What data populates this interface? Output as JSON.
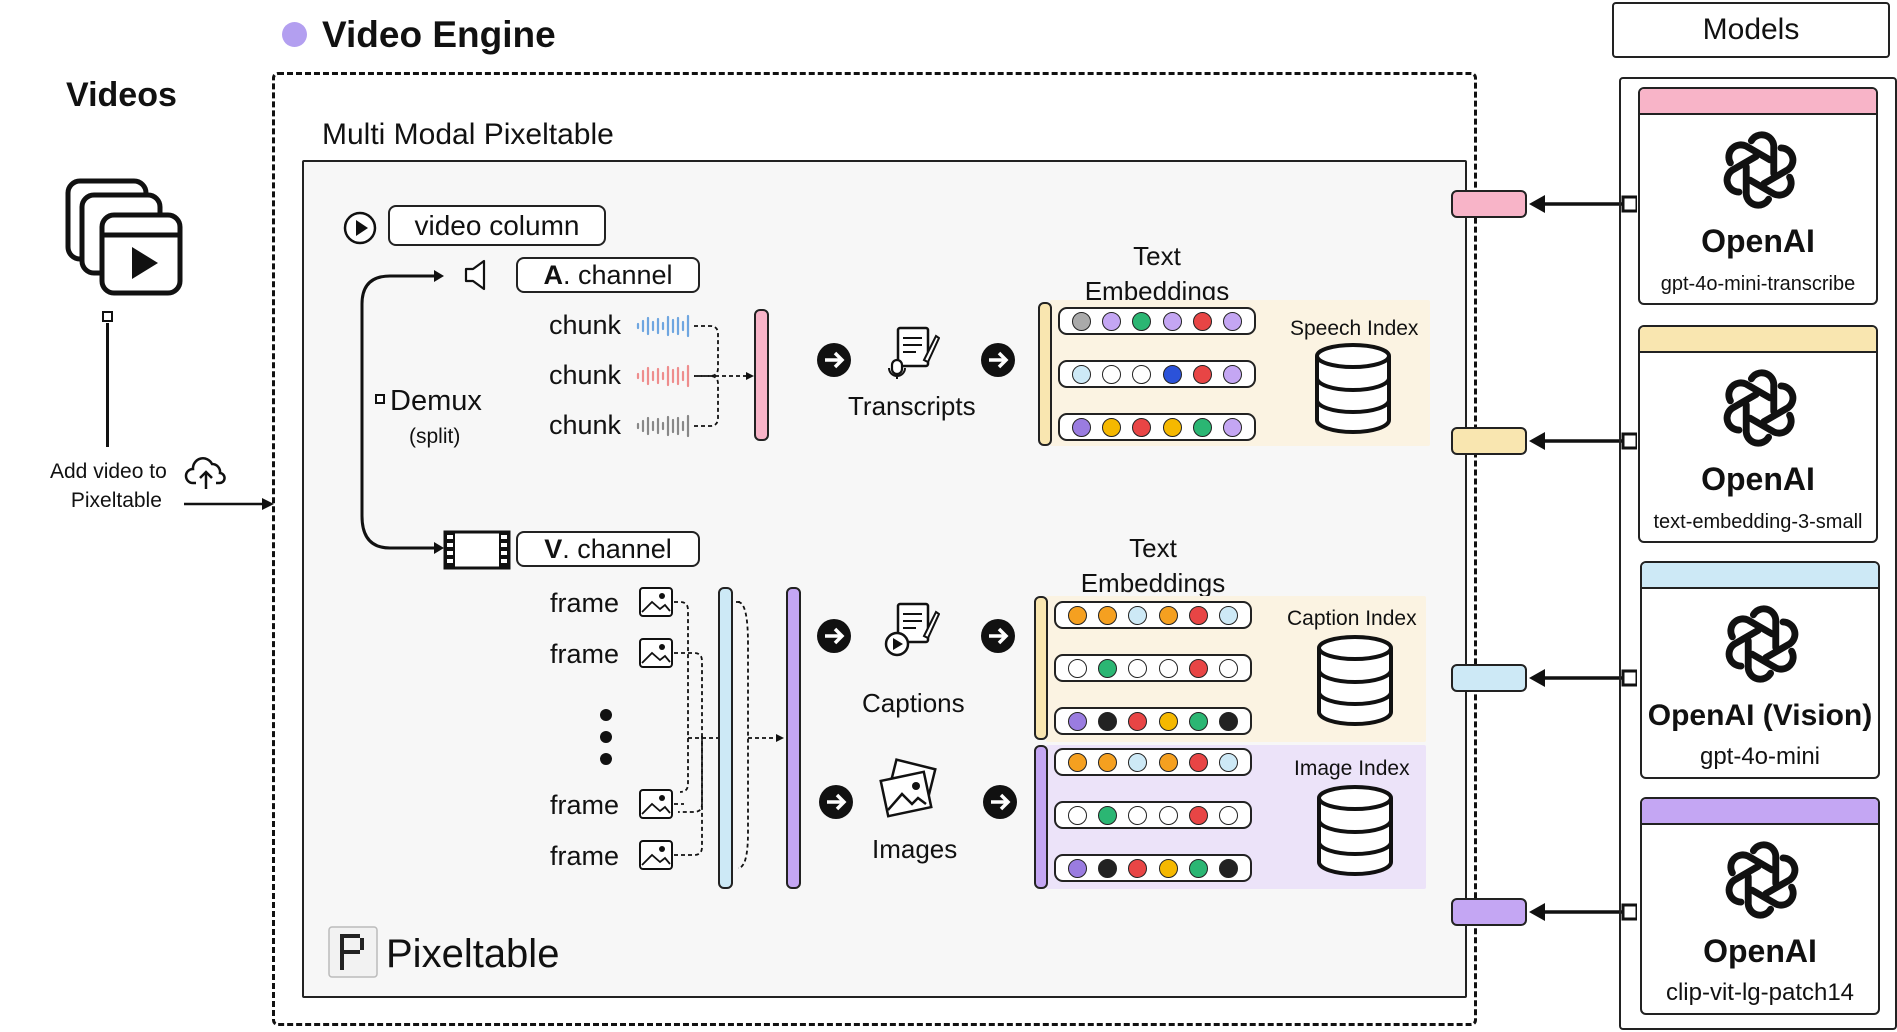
{
  "title": "Video Engine",
  "colors": {
    "accent": "#b39ff0",
    "pink": "#f8b4c8",
    "yellow": "#f9e6b0",
    "blue": "#cde9f6",
    "purple": "#c4a6f3",
    "speech_bg": "#fbf3e2",
    "caption_bg": "#fbf3e2",
    "image_bg": "#ece3f9"
  },
  "left": {
    "heading": "Videos",
    "add_label_line1": "Add video to",
    "add_label_line2": "Pixeltable"
  },
  "engine": {
    "table_title": "Multi Modal Pixeltable",
    "video_column": "video column",
    "demux": "Demux",
    "demux_sub": "(split)",
    "a_channel_bold": "A",
    "a_channel_rest": ". channel",
    "v_channel_bold": "V",
    "v_channel_rest": ". channel",
    "chunk_label": "chunk",
    "frame_label": "frame",
    "transcripts": "Transcripts",
    "captions": "Captions",
    "images": "Images",
    "text_embeddings_1": "Text",
    "text_embeddings_2": "Embeddings",
    "speech_index": "Speech Index",
    "caption_index": "Caption Index",
    "image_index": "Image Index",
    "brand": "Pixeltable",
    "speech_rows": [
      [
        "#aaaaaa",
        "#c4a6f3",
        "#2bb673",
        "#c4a6f3",
        "#e84545",
        "#c4a6f3"
      ],
      [
        "#cde9f6",
        "#ffffff",
        "#ffffff",
        "#2b52d9",
        "#e84545",
        "#c4a6f3"
      ],
      [
        "#9a7ce0",
        "#f5b800",
        "#e84545",
        "#f5b800",
        "#2bb673",
        "#c4a6f3"
      ]
    ],
    "caption_rows": [
      [
        "#f5a020",
        "#f5a020",
        "#cde9f6",
        "#f5a020",
        "#e84545",
        "#cde9f6"
      ],
      [
        "#ffffff",
        "#2bb673",
        "#ffffff",
        "#ffffff",
        "#e84545",
        "#ffffff"
      ],
      [
        "#9a7ce0",
        "#222222",
        "#e84545",
        "#f5b800",
        "#2bb673",
        "#222222"
      ]
    ],
    "image_rows": [
      [
        "#f5a020",
        "#f5a020",
        "#cde9f6",
        "#f5a020",
        "#e84545",
        "#cde9f6"
      ],
      [
        "#ffffff",
        "#2bb673",
        "#ffffff",
        "#ffffff",
        "#e84545",
        "#ffffff"
      ],
      [
        "#9a7ce0",
        "#222222",
        "#e84545",
        "#f5b800",
        "#2bb673",
        "#222222"
      ]
    ]
  },
  "models": {
    "header": "Models",
    "cards": [
      {
        "brand": "OpenAI",
        "name": "gpt-4o-mini-transcribe",
        "color": "#f8b4c8"
      },
      {
        "brand": "OpenAI",
        "name": "text-embedding-3-small",
        "color": "#f9e6b0"
      },
      {
        "brand": "OpenAI (Vision)",
        "name": "gpt-4o-mini",
        "color": "#cde9f6"
      },
      {
        "brand": "OpenAI",
        "name": "clip-vit-lg-patch14",
        "color": "#c4a6f3"
      }
    ]
  }
}
